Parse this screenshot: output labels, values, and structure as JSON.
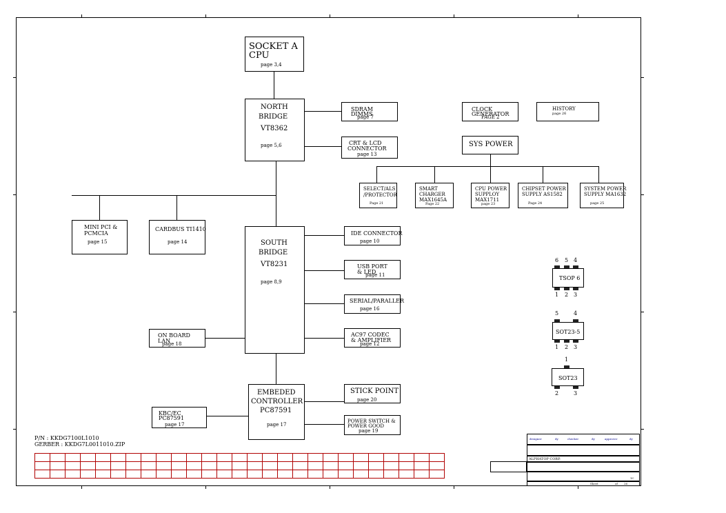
{
  "blocks": {
    "socket": {
      "title": "SOCKET A",
      "sub": "CPU",
      "page": "page 3,4"
    },
    "north": {
      "l1": "NORTH",
      "l2": "BRIDGE",
      "l3": "VT8362",
      "page": "page 5,6"
    },
    "sdram": {
      "l1": "SDRAM",
      "l2": "DIMMS",
      "page": "page 7"
    },
    "crt": {
      "l1": "CRT & LCD",
      "l2": "CONNECTOR",
      "page": "page 13"
    },
    "clock": {
      "l1": "CLOCK",
      "l2": "GENERATOR",
      "page": "PAGE 2"
    },
    "history": {
      "l1": "HISTORY",
      "page": "page 26"
    },
    "syspower": {
      "l1": "SYS POWER"
    },
    "select": {
      "l1": "SELECT/ALS",
      "l2": "/PROTECTOR",
      "page": "Page 21"
    },
    "smart": {
      "l1": "SMART",
      "l2": "CHARGER",
      "l3": "MAX1645A",
      "page": "Page 22"
    },
    "cpupower": {
      "l1": "CPU POWER",
      "l2": "SUPPLOY",
      "l3": "MAX1711",
      "page": "page 23"
    },
    "chipset": {
      "l1": "CHIPSET POWER",
      "l2": "SUPPLY AS1582",
      "page": "Page 24"
    },
    "syspwrsup": {
      "l1": "SYSTEM POWER",
      "l2": "SUPPLY MA1632",
      "page": "page 25"
    },
    "minipci": {
      "l1": "MINI PCI &",
      "l2": "PCMCIA",
      "page": "page 15"
    },
    "cardbus": {
      "l1": "CARDBUS TI1410",
      "page": "page 14"
    },
    "south": {
      "l1": "SOUTH",
      "l2": "BRIDGE",
      "l3": "VT8231",
      "page": "page 8,9"
    },
    "ide": {
      "l1": "IDE CONNECTOR",
      "page": "page 10"
    },
    "usb": {
      "l1": "USB PORT",
      "l2": "& LED",
      "page": "page 11"
    },
    "serial": {
      "l1": "SERIAL/PARALLER",
      "page": "page 16"
    },
    "ac97": {
      "l1": "AC97 CODEC",
      "l2": "& AMPLIFIER",
      "page": "page 12"
    },
    "lan": {
      "l1": "ON BOARD",
      "l2": "LAN",
      "page": "page 18"
    },
    "ec": {
      "l1": "EMBEDED",
      "l2": "CONTROLLER",
      "l3": "PC87591",
      "page": "page 17"
    },
    "kbc": {
      "l1": "KBC/EC",
      "l2": "PC87591",
      "page": "page 17"
    },
    "stick": {
      "l1": "STICK POINT",
      "page": "page 20"
    },
    "pwrsw": {
      "l1": "POWER SWITCH &",
      "l2": "POWER GOOD",
      "page": "page 19"
    }
  },
  "packages": {
    "tsop6": {
      "label": "TSOP 6",
      "top": [
        "6",
        "5",
        "4"
      ],
      "bottom": [
        "1",
        "2",
        "3"
      ]
    },
    "sot235": {
      "label": "SOT23-5",
      "top": [
        "5",
        "4"
      ],
      "bottom": [
        "1",
        "2",
        "3"
      ]
    },
    "sot23": {
      "label": "SOT23",
      "top": [
        "1"
      ],
      "bottom": [
        "2",
        "3"
      ]
    }
  },
  "footer": {
    "pn": "P/N : KKDG7100L1010",
    "gerber": "GERBER : KKDG7L0011010.ZIP"
  },
  "title_block": {
    "headers": [
      "designer",
      "dy",
      "checker",
      "dy",
      "approver",
      "dy"
    ],
    "company": "ALPHATOP CORP.",
    "rev": "1C",
    "sheet_label": "Sheet",
    "of_label": "of",
    "sheet_total": "26"
  },
  "colors": {
    "line": "#000000",
    "revision_table": "#b00000"
  }
}
